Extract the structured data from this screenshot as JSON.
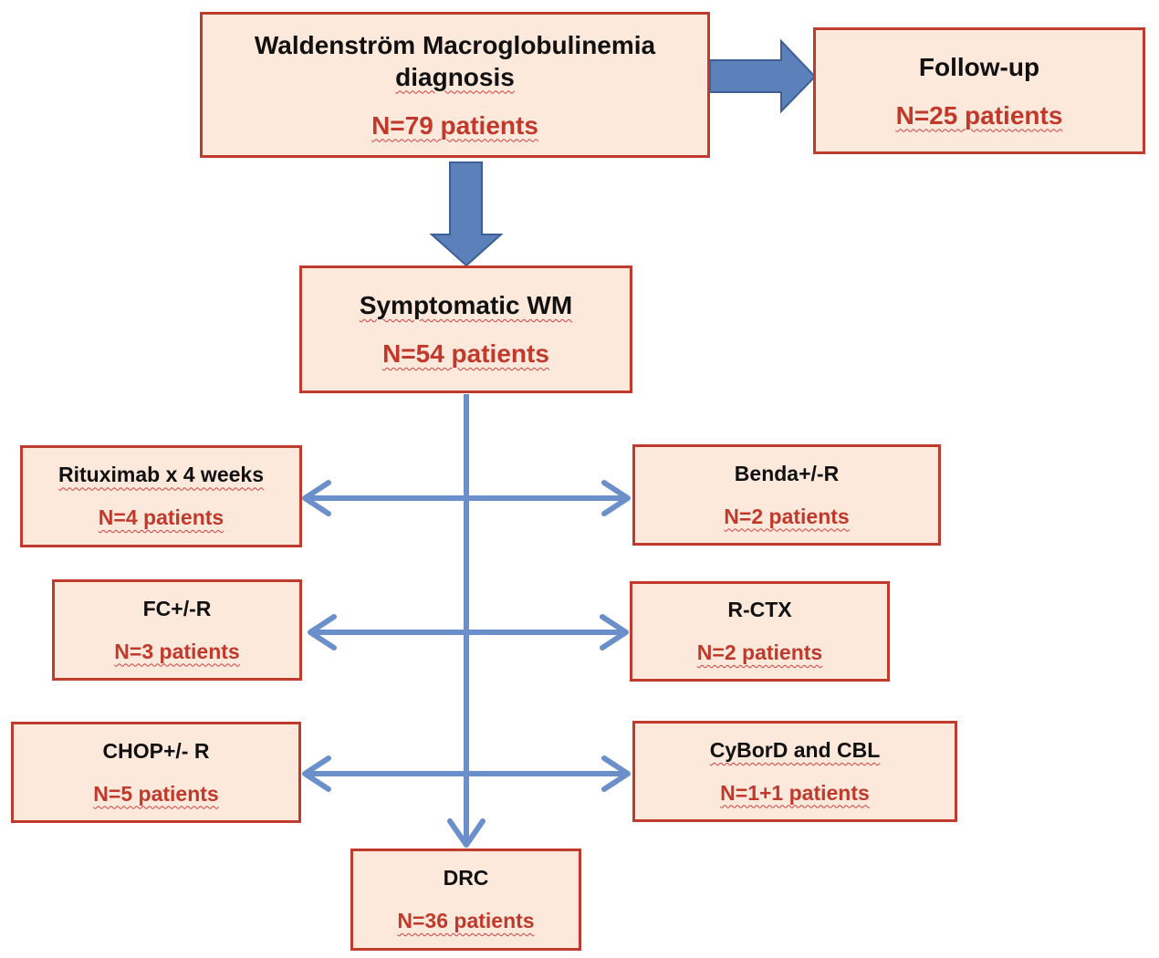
{
  "diagram": {
    "colors": {
      "box_fill": "#fce9dc",
      "box_border": "#bf3b2e",
      "title_text": "#111111",
      "count_text": "#c0392b",
      "arrow_fill": "#5b80ba",
      "connector_line": "#6a8fca"
    },
    "nodes": {
      "diagnosis": {
        "title_1": "Waldenström Macroglobulinemia",
        "title_2": "diagnosis",
        "count": "N=79 patients"
      },
      "followup": {
        "title": "Follow-up",
        "count": "N=25 patients"
      },
      "symptomatic": {
        "title": "Symptomatic WM",
        "count": "N=54 patients"
      },
      "rituximab": {
        "title": "Rituximab x 4 weeks",
        "count": "N=4 patients"
      },
      "benda": {
        "title": "Benda+/-R",
        "count": "N=2 patients"
      },
      "fc": {
        "title": "FC+/-R",
        "count": "N=3 patients"
      },
      "rctx": {
        "title": "R-CTX",
        "count": "N=2 patients"
      },
      "chop": {
        "title": "CHOP+/- R",
        "count": "N=5 patients"
      },
      "cybord": {
        "title": "CyBorD and CBL",
        "count": "N=1+1 patients"
      },
      "drc": {
        "title": "DRC",
        "count": "N=36 patients"
      }
    }
  }
}
